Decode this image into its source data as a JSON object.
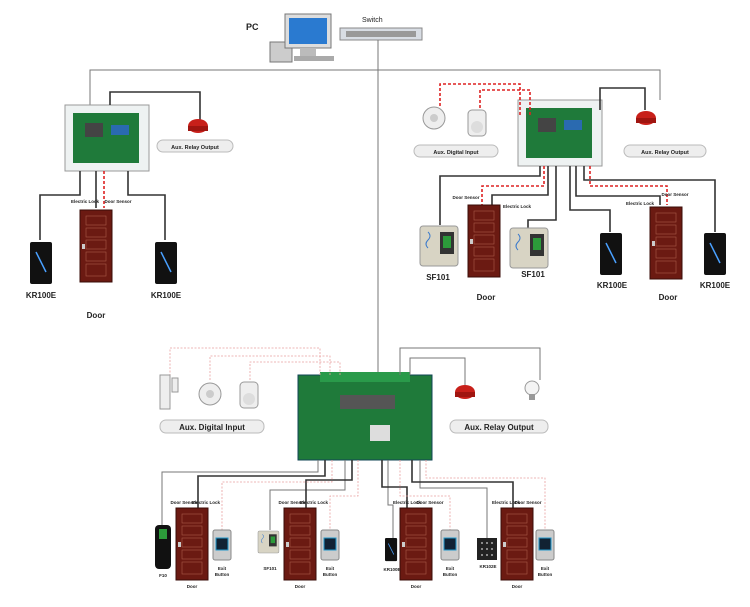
{
  "network": {
    "pc_label": "PC",
    "switch_label": "Switch"
  },
  "left_unit": {
    "aux_relay_output": "Aux. Relay Output",
    "electric_lock": "Electric\nLock",
    "door_sensor": "Door\nSensor",
    "door": "Door",
    "reader_left": "KR100E",
    "reader_right": "KR100E"
  },
  "right_unit": {
    "aux_digital_input": "Aux. Digital Input",
    "aux_relay_output": "Aux. Relay Output",
    "door_a": {
      "sensor": "Door Sensor",
      "lock": "Electric Lock",
      "label": "Door",
      "reader_left": "SF101",
      "reader_right": "SF101"
    },
    "door_b": {
      "sensor": "Door Sensor",
      "lock": "Electric Lock",
      "label": "Door",
      "reader_left": "KR100E",
      "reader_right": "KR100E"
    }
  },
  "bottom_unit": {
    "aux_digital_input": "Aux. Digital Input",
    "aux_relay_output": "Aux. Relay Output",
    "doors": [
      {
        "reader": "F10",
        "sensor": "Door Sensor",
        "lock": "Electric Lock",
        "label": "Door",
        "exit_1": "Exit",
        "exit_2": "Button"
      },
      {
        "reader": "SF101",
        "sensor": "Door Sensor",
        "lock": "Electric Lock",
        "label": "Door",
        "exit_1": "Exit",
        "exit_2": "Button"
      },
      {
        "reader": "KR100E",
        "sensor": "Door Sensor",
        "lock": "Electric Lock",
        "label": "Door",
        "exit_1": "Exit",
        "exit_2": "Button"
      },
      {
        "reader": "KR102E",
        "sensor": "Door Sensor",
        "lock": "Electric Lock",
        "label": "Door",
        "exit_1": "Exit",
        "exit_2": "Button"
      }
    ]
  },
  "colors": {
    "door": "#6b1a12",
    "board": "#1f7a3a",
    "wire_red": "#d22222",
    "siren": "#c8201a"
  }
}
